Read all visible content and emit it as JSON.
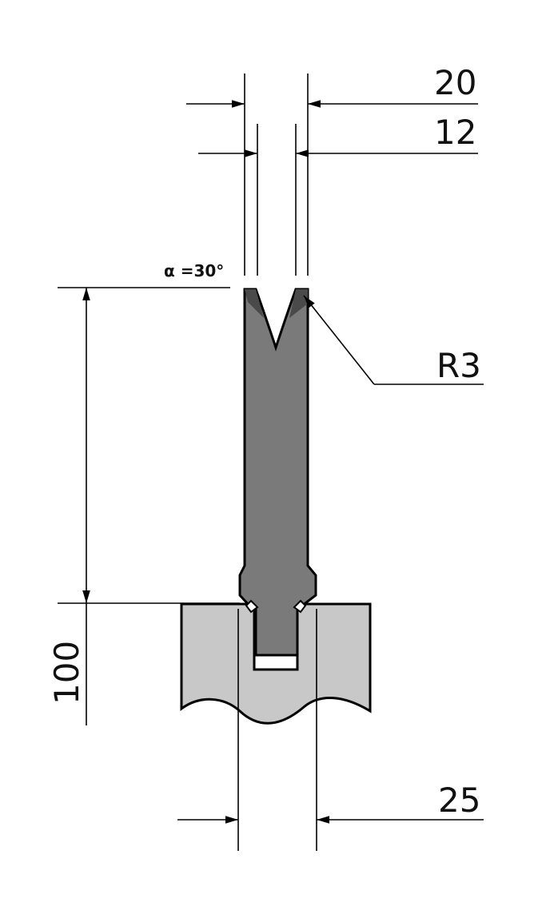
{
  "drawing": {
    "dimensions": {
      "top_width": "20",
      "tip_width": "12",
      "angle": "α =30°",
      "radius": "R3",
      "height": "100",
      "base_width": "25"
    },
    "colors": {
      "background": "#ffffff",
      "punch": "#7a7a7a",
      "punch_shade": "#4a4a4a",
      "holder": "#c8c8c8",
      "lines": "#000000"
    }
  }
}
